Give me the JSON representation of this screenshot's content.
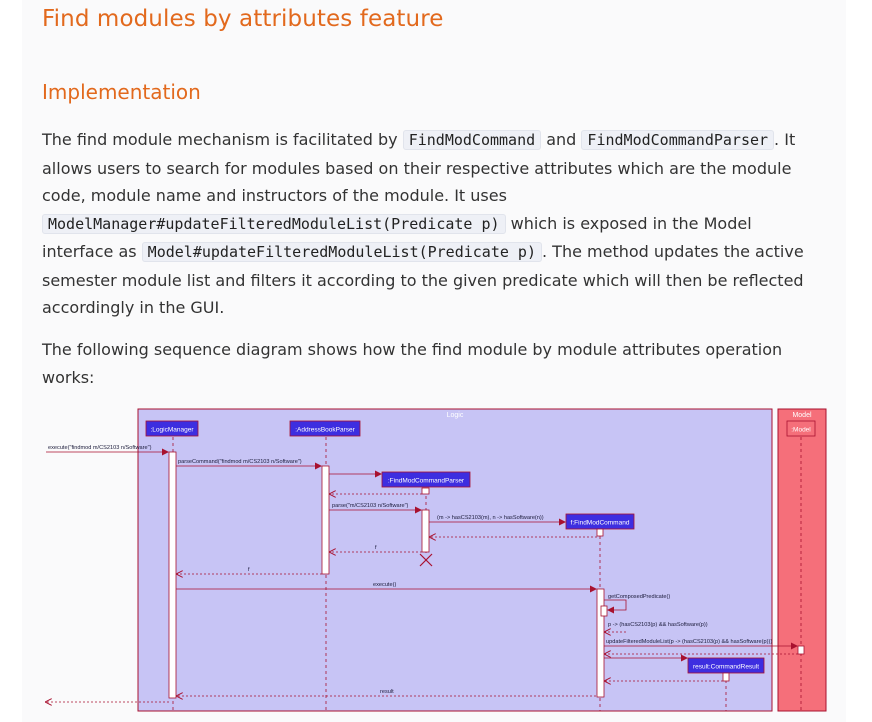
{
  "section_title": "Find modules by attributes feature",
  "subsection_title": "Implementation",
  "para1": {
    "t1": "The find module mechanism is facilitated by ",
    "c1": "FindModCommand",
    "t2": " and ",
    "c2": "FindModCommandParser",
    "t3": ". It allows users to search for modules based on their respective attributes which are the module code, module name and instructors of the module. It uses ",
    "c3": "ModelManager#updateFilteredModuleList(Predicate p)",
    "t4": " which is exposed in the Model interface as ",
    "c4": "Model#updateFilteredModuleList(Predicate p)",
    "t5": ". The method updates the active semester module list and filters it according to the given predicate which will then be reflected accordingly in the GUI."
  },
  "para2": "The following sequence diagram shows how the find module by module attributes operation works:",
  "diagram": {
    "logic_frame": "Logic",
    "model_frame": "Model",
    "colors": {
      "logic_bg": "#c7c4f5",
      "model_bg": "#f56f7a",
      "box": "#3d2ee0",
      "arrow": "#a8112f"
    },
    "participants": {
      "logic_manager": ":LogicManager",
      "address_book_parser": ":AddressBookParser",
      "find_mod_command_parser": ":FindModCommandParser",
      "find_mod_command": "f:FindModCommand",
      "command_result": "result:CommandResult",
      "model": ":Model"
    },
    "messages": {
      "m1": "execute(\"findmod m/CS2103 n/Software\")",
      "m2": "parseCommand(\"findmod m/CS2103 n/Software\")",
      "m3": "parse(\"m/CS2103 n/Software\")",
      "m4": "(m -> hasCS2103(m), n -> hasSoftware(n))",
      "m5": "f",
      "m6": "f",
      "m7": "execute()",
      "m8": "getComposedPredicate()",
      "m9": "p -> (hasCS2103(p) && hasSoftware(p))",
      "m10": "updateFilteredModuleList(p -> (hasCS2103(p) && hasSoftware(p)))",
      "m11": "result"
    }
  }
}
